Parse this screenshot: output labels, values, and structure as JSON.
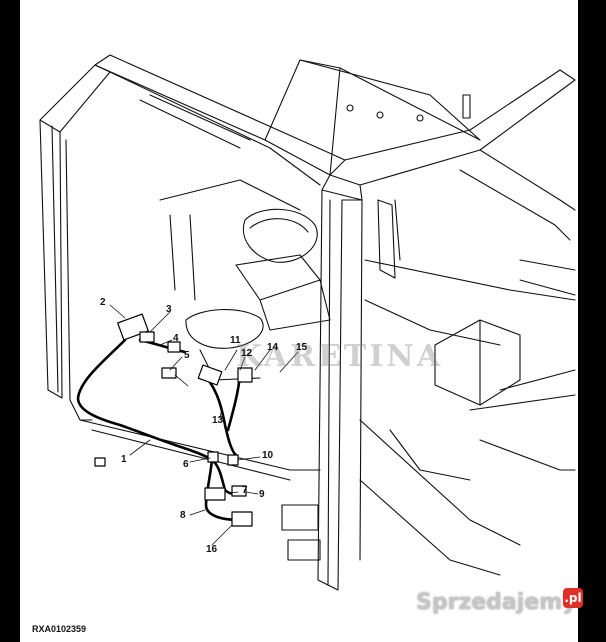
{
  "diagram": {
    "figure_code": "RXA0102359",
    "watermark_brand": "KARETINA",
    "site_watermark": "Sprzedajemy",
    "site_watermark_suffix": ".pl",
    "callouts": [
      "1",
      "2",
      "3",
      "4",
      "5",
      "6",
      "7",
      "8",
      "9",
      "10",
      "11",
      "12",
      "13",
      "14",
      "15",
      "16"
    ]
  },
  "colors": {
    "line": "#111111",
    "harness": "#000000",
    "background": "#ffffff",
    "site_badge": "#e0302a"
  }
}
